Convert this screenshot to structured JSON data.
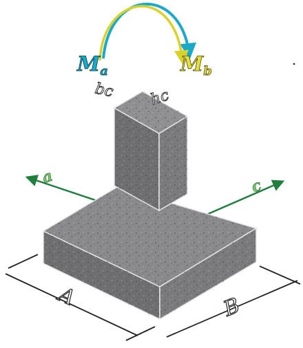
{
  "moments": {
    "left": {
      "symbol": "M",
      "subscript": "a",
      "color": "#1aa9c9"
    },
    "right": {
      "symbol": "M",
      "subscript": "b",
      "color": "#e8e03a"
    }
  },
  "axes": {
    "left": {
      "label": "a",
      "color": "#1f7f3f"
    },
    "right": {
      "label": "c",
      "color": "#1f7f3f"
    }
  },
  "column_dims": {
    "left": "bc",
    "right": "hc"
  },
  "base_dims": {
    "left": "A",
    "right": "B"
  },
  "colors": {
    "concrete_top": "#8a8a8c",
    "concrete_left": "#6f6f71",
    "concrete_right": "#7b7b7d",
    "edge": "#e6e6e6"
  }
}
